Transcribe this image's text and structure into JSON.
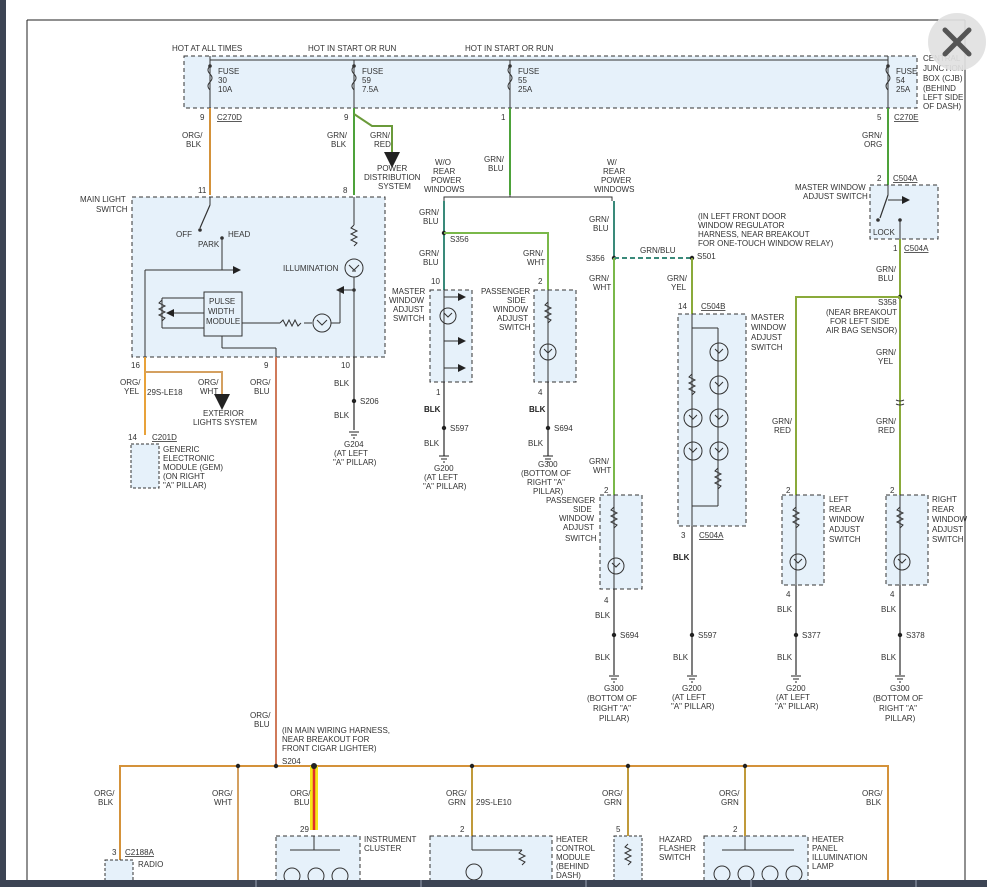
{
  "colors": {
    "org_blk": "#d4923a",
    "grn_blk": "#4da23a",
    "grn_red": "#6a9a3a",
    "grn_blu": "#3a8a7a",
    "grn_wht": "#7ab84a",
    "grn_yel": "#8aaa3a",
    "org_blu": "#d07a5a",
    "org_yel": "#e8a23a",
    "org_wht": "#d4a060",
    "org_grn": "#c09a3a",
    "blk": "#2a2a2a",
    "box_fill": "#e6f1fa",
    "highlight": "#f5e61a",
    "highlight_wire": "#e0302a"
  },
  "top_labels": {
    "hot_all": "HOT AT ALL TIMES",
    "hot_start1": "HOT IN START OR RUN",
    "hot_start2": "HOT IN START OR RUN"
  },
  "cjb": {
    "line1": "CENTRAL",
    "line2": "JUNCTION",
    "line3": "BOX (CJB)",
    "line4": "(BEHIND",
    "line5": "LEFT SIDE",
    "line6": "OF DASH)"
  },
  "fuses": [
    {
      "word": "FUSE",
      "num": "30",
      "amp": "10A"
    },
    {
      "word": "FUSE",
      "num": "59",
      "amp": "7.5A"
    },
    {
      "word": "FUSE",
      "num": "55",
      "amp": "25A"
    },
    {
      "word": "FUSE",
      "num": "54",
      "amp": "25A"
    }
  ],
  "connectors": {
    "c270d": "C270D",
    "c270e": "C270E",
    "c504a_top": "C504A",
    "c504a_bot": "C504A",
    "c504a_mid": "C504A",
    "c504b": "C504B",
    "c201d": "C201D",
    "c2188a": "C2188A",
    "le18": "29S-LE18",
    "le10": "29S-LE10"
  },
  "pins": {
    "p9a": "9",
    "p9b": "9",
    "p1": "1",
    "p5": "5",
    "p11": "11",
    "p8": "8",
    "p16": "16",
    "p9c": "9",
    "p10a": "10",
    "p14a": "14",
    "p2a": "2",
    "p1b": "1",
    "p10b": "10",
    "p1c": "1",
    "p2b": "2",
    "p4a": "4",
    "p14b": "14",
    "p3a": "3",
    "p2c": "2",
    "p4b": "4",
    "p2d": "2",
    "p4c": "4",
    "p2e": "2",
    "p4d": "4",
    "p3b": "3",
    "p29": "29",
    "p2f": "2",
    "p5b": "5",
    "p2g": "2"
  },
  "wires": {
    "org_blk": [
      "ORG/",
      "BLK"
    ],
    "grn_blk": [
      "GRN/",
      "BLK"
    ],
    "grn_red": [
      "GRN/",
      "RED"
    ],
    "grn_blu1": [
      "GRN/",
      "BLU"
    ],
    "grn_org": [
      "GRN/",
      "ORG"
    ],
    "grn_blu2": [
      "GRN/",
      "BLU"
    ],
    "grn_blu3": [
      "GRN/",
      "BLU"
    ],
    "grn_blu4": [
      "GRN/",
      "BLU"
    ],
    "grn_wht1": [
      "GRN/",
      "WHT"
    ],
    "grn_wht2": [
      "GRN/",
      "WHT"
    ],
    "grn_wht3": [
      "GRN/",
      "WHT"
    ],
    "grn_blu_h": "GRN/BLU",
    "grn_yel1": [
      "GRN/",
      "YEL"
    ],
    "grn_blu5": [
      "GRN/",
      "BLU"
    ],
    "grn_yel2": [
      "GRN/",
      "YEL"
    ],
    "grn_red2": [
      "GRN/",
      "RED"
    ],
    "grn_red3": [
      "GRN/",
      "RED"
    ],
    "org_yel": [
      "ORG/",
      "YEL"
    ],
    "org_wht": [
      "ORG/",
      "WHT"
    ],
    "org_blu": [
      "ORG/",
      "BLU"
    ],
    "org_blu2": [
      "ORG/",
      "BLU"
    ],
    "blk1": "BLK",
    "blk2": "BLK",
    "blk3": "BLK",
    "blk4": "BLK",
    "blk5": "BLK",
    "blk6": "BLK",
    "blk7": "BLK",
    "blk8": "BLK",
    "blk9": "BLK",
    "blk10": "BLK",
    "blk11": "BLK",
    "blk12": "BLK",
    "blk13": "BLK",
    "blk14": "BLK",
    "blk15": "BLK",
    "blk16": "BLK",
    "b_org_blk": [
      "ORG/",
      "BLK"
    ],
    "b_org_wht": [
      "ORG/",
      "WHT"
    ],
    "b_org_blu": [
      "ORG/",
      "BLU"
    ],
    "b_org_grn1": [
      "ORG/",
      "GRN"
    ],
    "b_org_grn2": [
      "ORG/",
      "GRN"
    ],
    "b_org_grn3": [
      "ORG/",
      "GRN"
    ],
    "b_org_blk2": [
      "ORG/",
      "BLK"
    ]
  },
  "splices": {
    "s206": "S206",
    "s356a": "S356",
    "s356b": "S356",
    "s501": "S501",
    "s358": "S358",
    "s597a": "S597",
    "s694a": "S694",
    "s694b": "S694",
    "s597b": "S597",
    "s377": "S377",
    "s378": "S378",
    "s204": "S204"
  },
  "grounds": {
    "g204": [
      "G204",
      "(AT LEFT",
      "\"A\" PILLAR)"
    ],
    "g200a": [
      "G200",
      "(AT LEFT",
      "\"A\" PILLAR)"
    ],
    "g300a": [
      "G300",
      "(BOTTOM OF",
      "RIGHT \"A\"",
      "PILLAR)"
    ],
    "g300b": [
      "G300",
      "(BOTTOM OF",
      "RIGHT \"A\"",
      "PILLAR)"
    ],
    "g200b": [
      "G200",
      "(AT LEFT",
      "\"A\" PILLAR)"
    ],
    "g200c": [
      "G200",
      "(AT LEFT",
      "\"A\" PILLAR)"
    ],
    "g300c": [
      "G300",
      "(BOTTOM OF",
      "RIGHT \"A\"",
      "PILLAR)"
    ]
  },
  "components": {
    "main_light": [
      "MAIN LIGHT",
      "SWITCH"
    ],
    "off": "OFF",
    "park": "PARK",
    "head": "HEAD",
    "illumination": "ILLUMINATION",
    "pwm": [
      "PULSE",
      "WIDTH",
      "MODULE"
    ],
    "power_dist": [
      "POWER",
      "DISTRIBUTION",
      "SYSTEM"
    ],
    "exterior": [
      "EXTERIOR",
      "LIGHTS SYSTEM"
    ],
    "gem": [
      "GENERIC",
      "ELECTRONIC",
      "MODULE (GEM)",
      "(ON RIGHT",
      "\"A\" PILLAR)"
    ],
    "wo_rear": [
      "W/O",
      "REAR",
      "POWER",
      "WINDOWS"
    ],
    "w_rear": [
      "W/",
      "REAR",
      "POWER",
      "WINDOWS"
    ],
    "master_left": [
      "MASTER",
      "WINDOW",
      "ADJUST",
      "SWITCH"
    ],
    "pass_side1": [
      "PASSENGER",
      "SIDE",
      "WINDOW",
      "ADJUST",
      "SWITCH"
    ],
    "in_left_door": [
      "(IN LEFT FRONT DOOR",
      "WINDOW REGULATOR",
      "HARNESS, NEAR BREAKOUT",
      "FOR ONE-TOUCH WINDOW RELAY)"
    ],
    "master_top": [
      "MASTER WINDOW",
      "ADJUST SWITCH"
    ],
    "lock": "LOCK",
    "near_breakout": [
      "(NEAR BREAKOUT",
      "FOR LEFT SIDE",
      "AIR BAG SENSOR)"
    ],
    "master_mid": [
      "MASTER",
      "WINDOW",
      "ADJUST",
      "SWITCH"
    ],
    "pass_side2": [
      "PASSENGER",
      "SIDE",
      "WINDOW",
      "ADJUST",
      "SWITCH"
    ],
    "left_rear": [
      "LEFT",
      "REAR",
      "WINDOW",
      "ADJUST",
      "SWITCH"
    ],
    "right_rear": [
      "RIGHT",
      "REAR",
      "WINDOW",
      "ADJUST",
      "SWITCH"
    ],
    "main_harness": [
      "(IN MAIN WIRING HARNESS,",
      "NEAR BREAKOUT FOR",
      "FRONT CIGAR LIGHTER)"
    ],
    "radio": "RADIO",
    "instrument": [
      "INSTRUMENT",
      "CLUSTER"
    ],
    "heater_ctrl": [
      "HEATER",
      "CONTROL",
      "MODULE",
      "(BEHIND",
      "DASH)"
    ],
    "hazard": [
      "HAZARD",
      "FLASHER",
      "SWITCH"
    ],
    "heater_panel": [
      "HEATER",
      "PANEL",
      "ILLUMINATION",
      "LAMP"
    ]
  },
  "close_button": {
    "icon": "close-x-icon"
  }
}
